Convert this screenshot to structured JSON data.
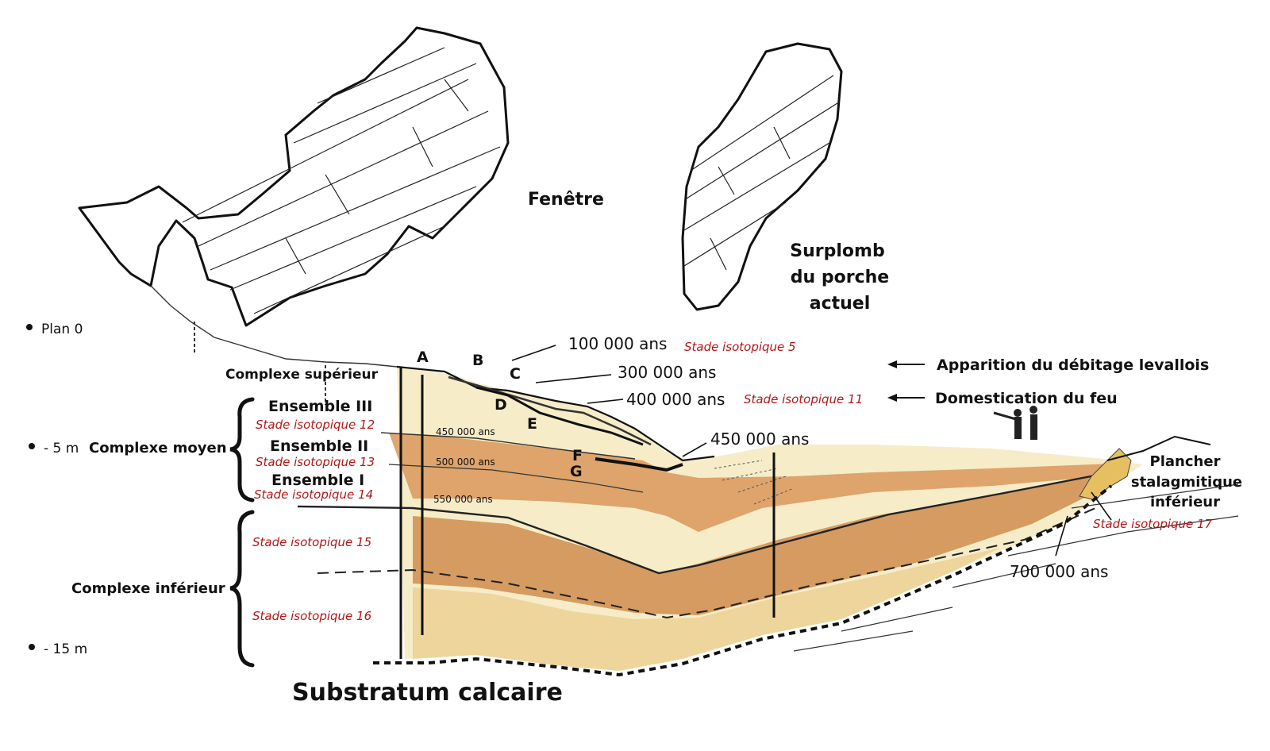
{
  "labels": {
    "fenetre": "Fenêtre",
    "surplomb_1": "Surplomb",
    "surplomb_2": "du porche",
    "surplomb_3": "actuel",
    "plan0": "Plan 0",
    "minus5": "- 5 m",
    "minus15": "- 15 m",
    "complexe_superieur": "Complexe supérieur",
    "complexe_moyen": "Complexe moyen",
    "complexe_inferieur": "Complexe inférieur",
    "ensemble_3": "Ensemble III",
    "ensemble_2": "Ensemble II",
    "ensemble_1": "Ensemble I",
    "substratum": "Substratum calcaire",
    "plancher_1": "Plancher",
    "plancher_2": "stalagmitique",
    "plancher_3": "inférieur",
    "levallois": "Apparition du débitage levallois",
    "feu": "Domestication du feu"
  },
  "letters": {
    "a": "A",
    "b": "B",
    "c": "C",
    "d": "D",
    "e": "E",
    "f": "F",
    "g": "G"
  },
  "ages": {
    "a100": "100 000 ans",
    "a300": "300 000 ans",
    "a400": "400 000 ans",
    "a450_top": "450 000 ans",
    "a450_in": "450 000 ans",
    "a500": "500 000 ans",
    "a550": "550 000 ans",
    "a700": "700 000 ans"
  },
  "stades": {
    "s5": "Stade isotopique 5",
    "s11": "Stade isotopique 11",
    "s12": "Stade isotopique 12",
    "s13": "Stade isotopique 13",
    "s14": "Stade isotopique 14",
    "s15": "Stade isotopique 15",
    "s16": "Stade isotopique 16",
    "s17": "Stade isotopique 17"
  },
  "colors": {
    "sediment_light": "#f6ecc8",
    "sediment_mid": "#ecd49a",
    "band_orange": "#d9985a",
    "band_orange_dark": "#c9803f",
    "stade_red": "#b01818",
    "rock_line": "#111111"
  }
}
